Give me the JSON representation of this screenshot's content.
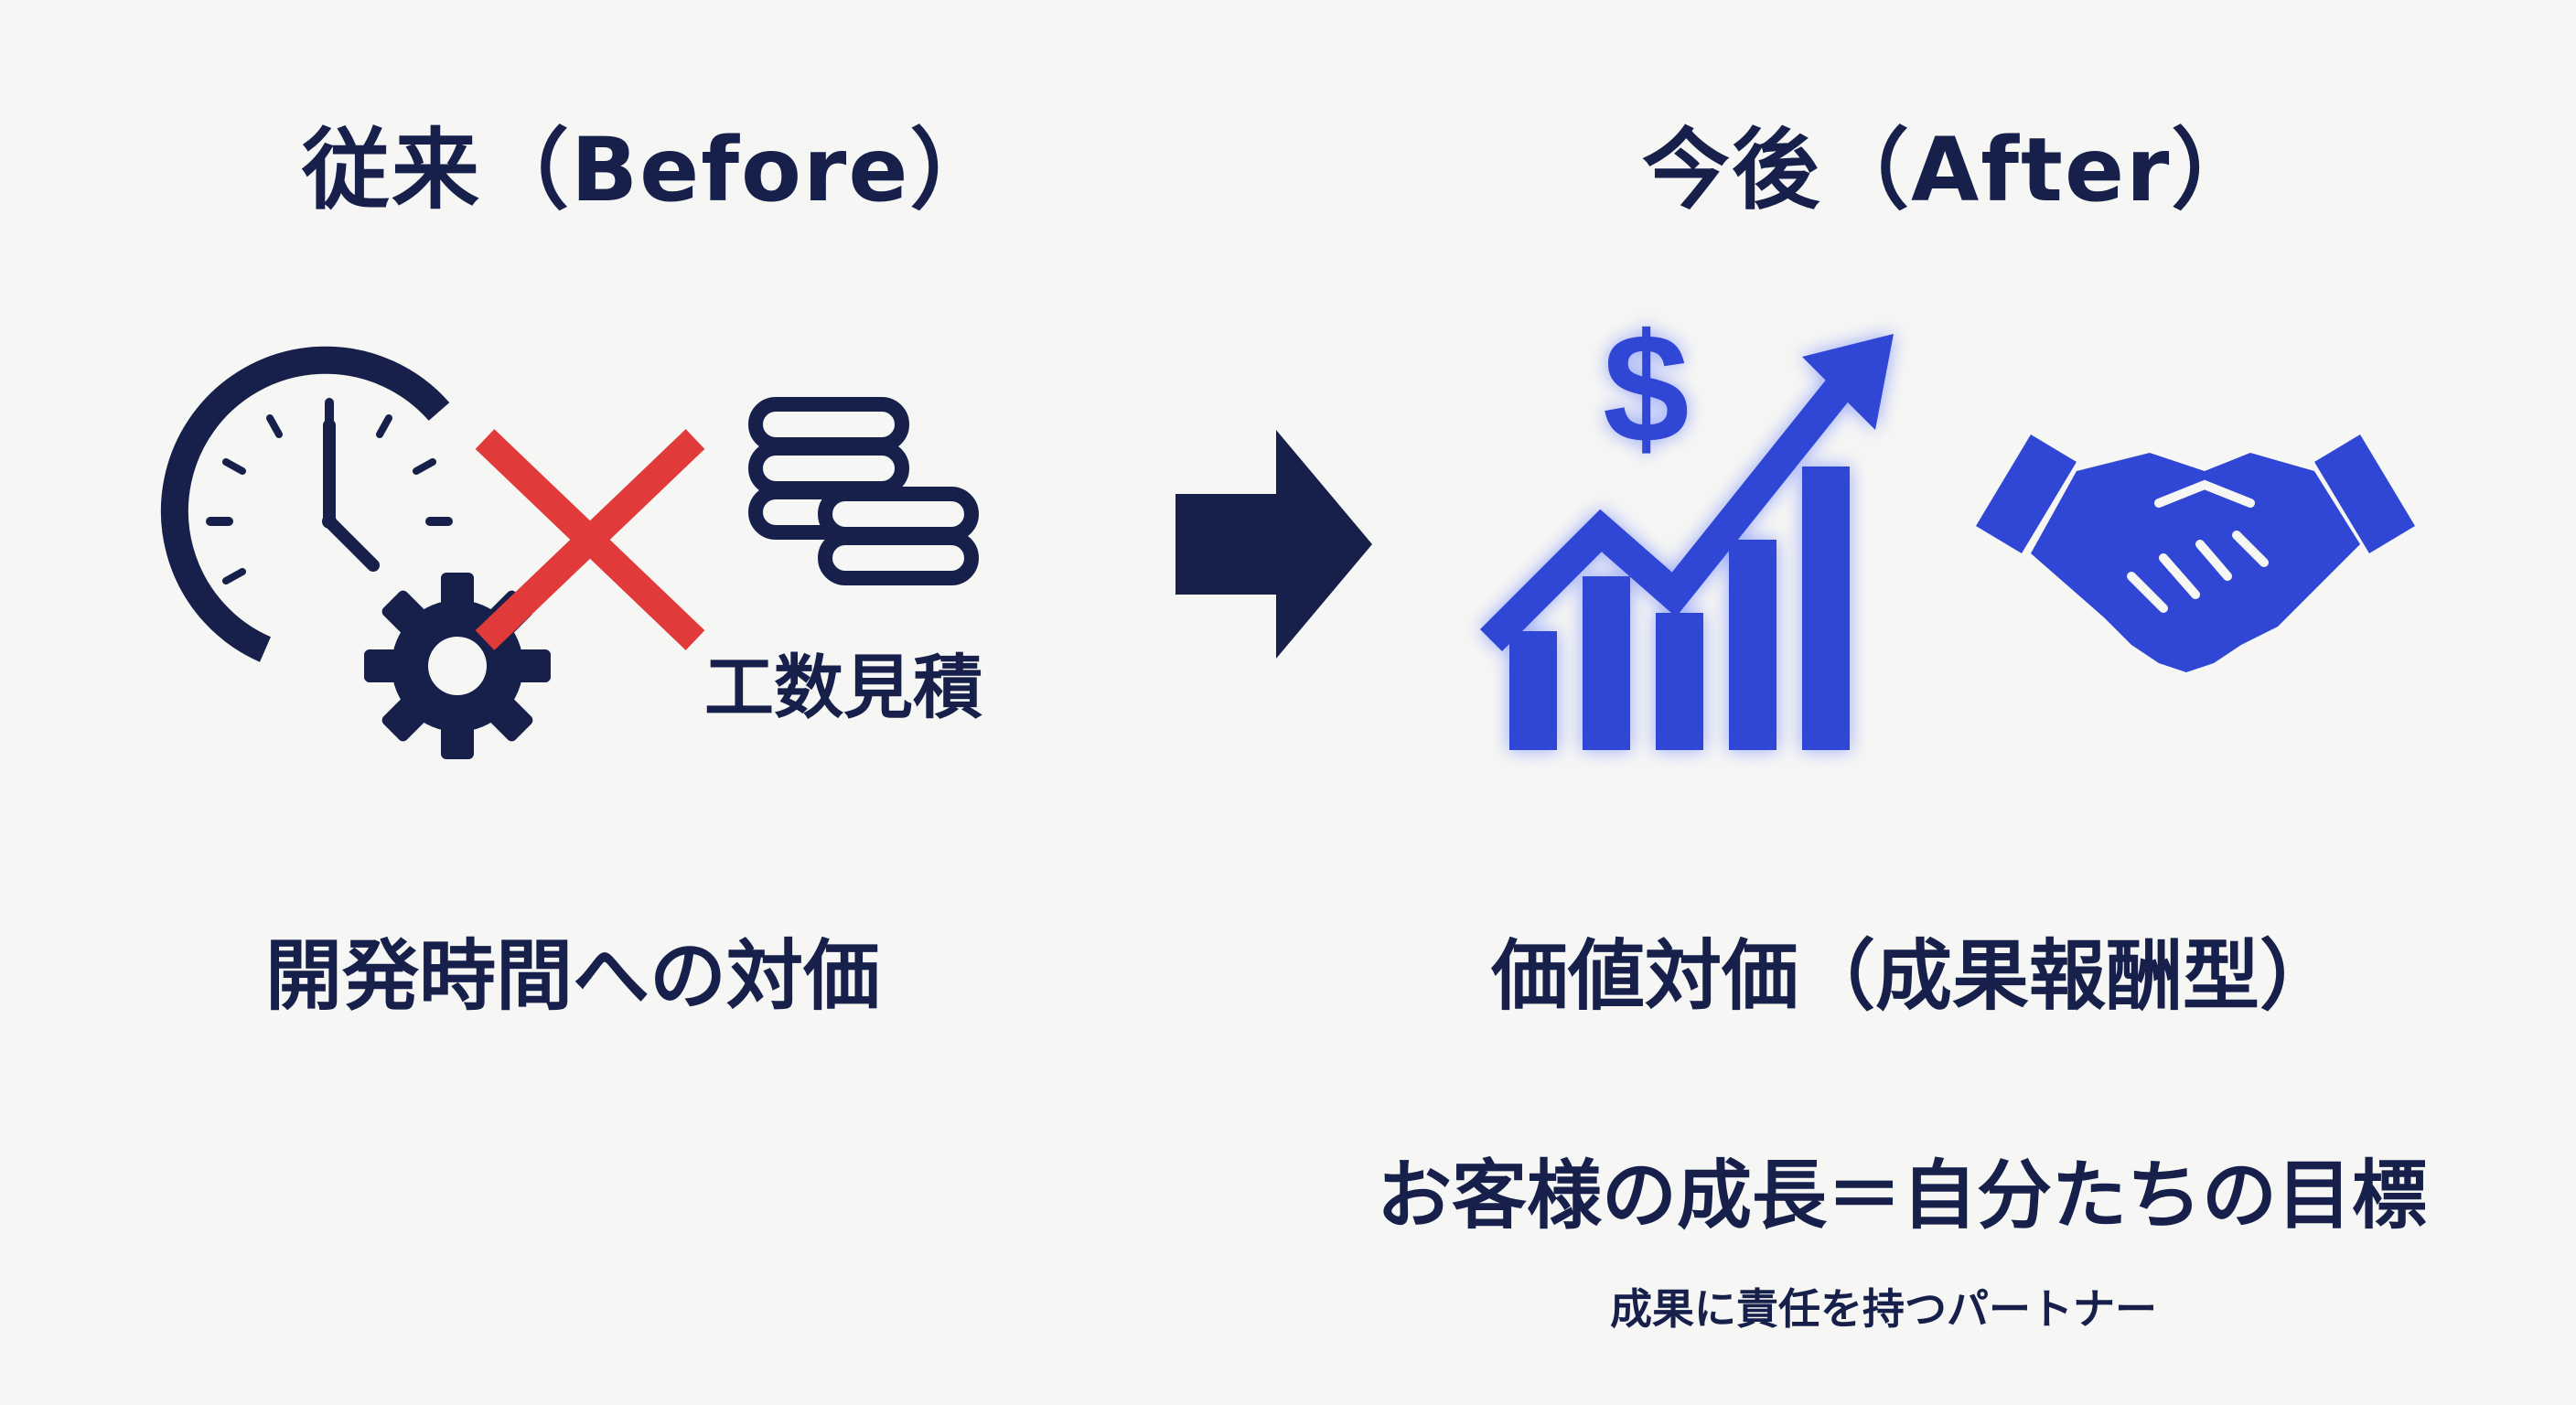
{
  "before": {
    "heading": "従来（Before）",
    "cost_icon_label": "工数見積",
    "description": "開発時間への対価",
    "icons": [
      "clock-icon",
      "gear-icon",
      "cross-mark-icon",
      "coin-stack-icon"
    ]
  },
  "transition": {
    "icon": "right-arrow-icon"
  },
  "after": {
    "heading": "今後（After）",
    "description": "価値対価（成果報酬型）",
    "goal": "お客様の成長＝自分たちの目標",
    "tagline": "成果に責任を持つパートナー",
    "icons": [
      "growth-chart-icon",
      "dollar-sign-icon",
      "handshake-icon"
    ]
  },
  "colors": {
    "navy": "#16204a",
    "blue": "#3047d6",
    "red": "#e03a3a",
    "background": "#f6f6f4"
  }
}
